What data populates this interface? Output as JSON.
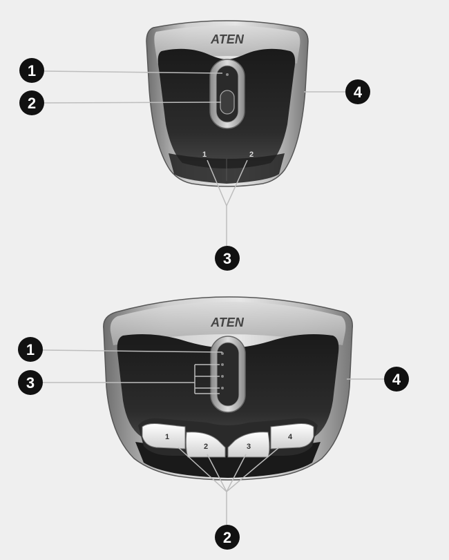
{
  "brand": "ATEN",
  "top_device": {
    "brand_label": "ATEN",
    "port_labels": [
      "1",
      "2"
    ],
    "callouts": [
      "1",
      "2",
      "3",
      "4"
    ]
  },
  "bottom_device": {
    "brand_label": "ATEN",
    "button_labels": [
      "1",
      "2",
      "3",
      "4"
    ],
    "callouts": [
      "1",
      "2",
      "3",
      "4"
    ]
  },
  "colors": {
    "background": "#efefef",
    "callout_fill": "#111111",
    "callout_text": "#ffffff",
    "leader_line": "#bdbdbd"
  }
}
